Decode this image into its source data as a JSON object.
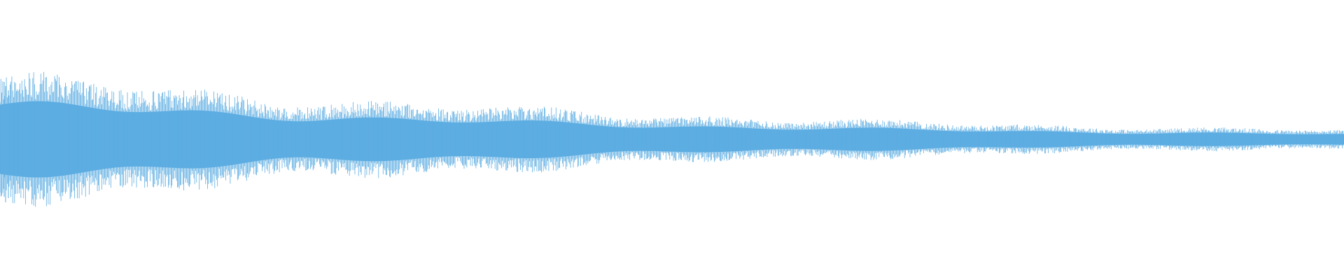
{
  "waveform": {
    "color": "#5dade2",
    "background": "#ffffff",
    "envelope": {
      "peak_start": 0.42,
      "peak_end": 0.06,
      "decay": "exponential",
      "centered": true,
      "initial_transient": true,
      "late_beating": true
    }
  }
}
